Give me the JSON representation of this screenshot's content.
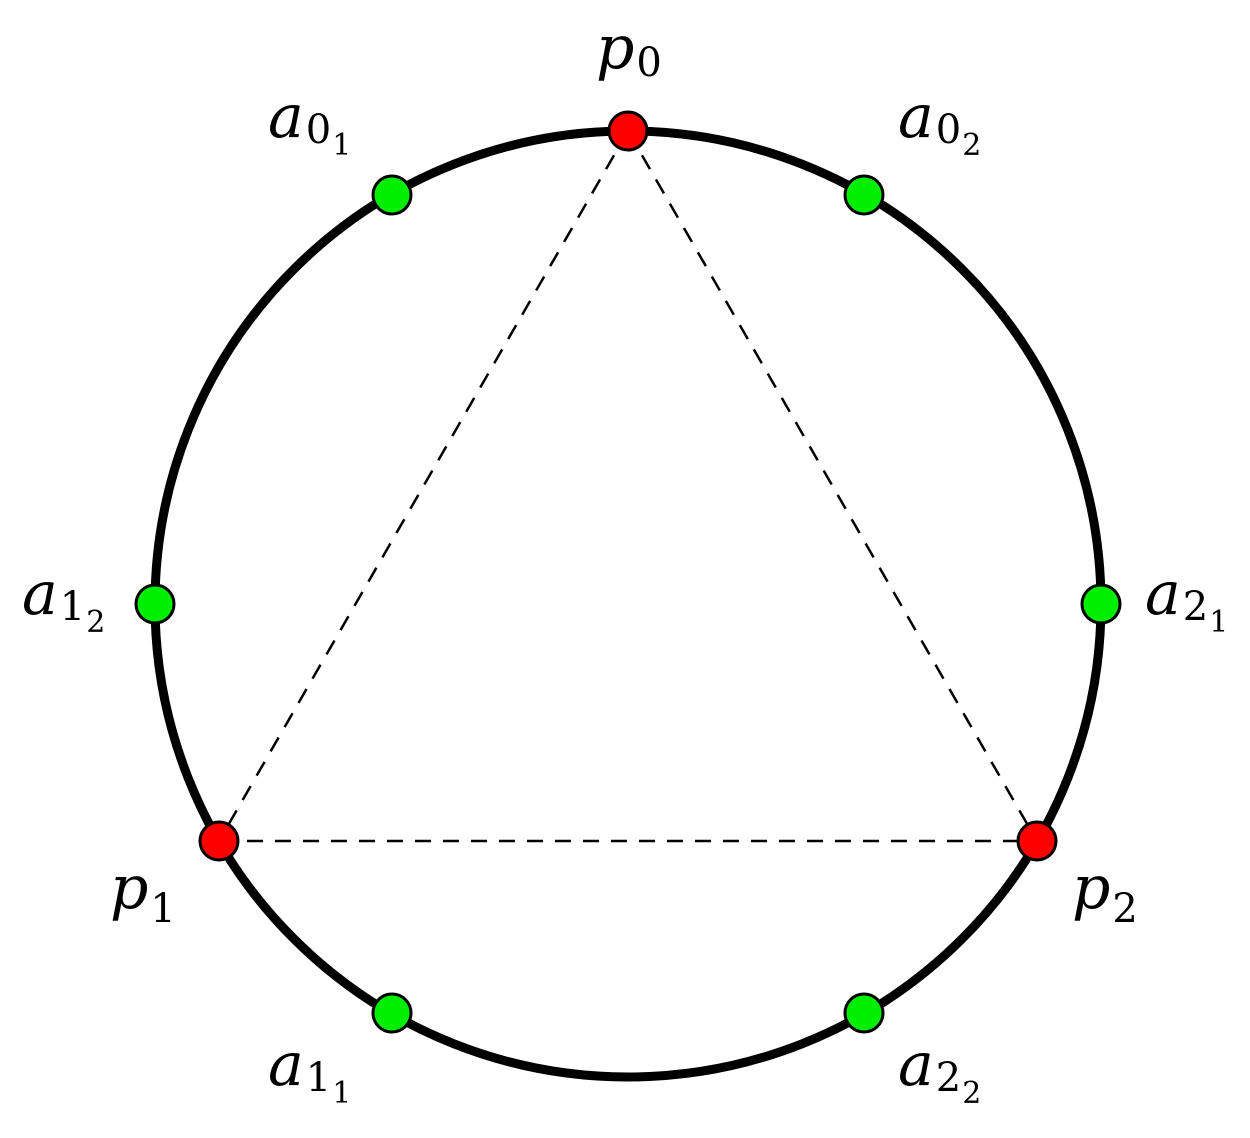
{
  "colors": {
    "circle_stroke": "#000000",
    "triangle_stroke": "#000000",
    "p_point_fill": "#ff0000",
    "a_point_fill": "#00ee00",
    "point_stroke": "#000000"
  },
  "points": {
    "p0": {
      "base": "p",
      "sub": "0",
      "subsub": ""
    },
    "p1": {
      "base": "p",
      "sub": "1",
      "subsub": ""
    },
    "p2": {
      "base": "p",
      "sub": "2",
      "subsub": ""
    },
    "a01": {
      "base": "a",
      "sub": "0",
      "subsub": "1"
    },
    "a02": {
      "base": "a",
      "sub": "0",
      "subsub": "2"
    },
    "a12": {
      "base": "a",
      "sub": "1",
      "subsub": "2"
    },
    "a21": {
      "base": "a",
      "sub": "2",
      "subsub": "1"
    },
    "a11": {
      "base": "a",
      "sub": "1",
      "subsub": "1"
    },
    "a22": {
      "base": "a",
      "sub": "2",
      "subsub": "2"
    }
  }
}
